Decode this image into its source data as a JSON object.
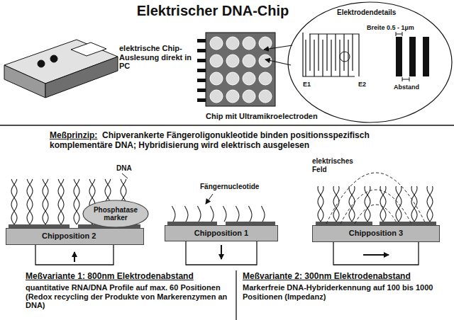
{
  "diagram": {
    "title": "Elektrischer DNA-Chip",
    "nodes": [
      {
        "text": [
          "Elektrodendetails",
          "Breite 0.5 - 1µm",
          "E1",
          "E2",
          "Abstand"
        ]
      },
      {
        "text": [
          "Chipposition 2"
        ]
      },
      {
        "text": [
          "Phosphatase marker"
        ]
      },
      {
        "text": [
          "Chipposition 1"
        ]
      },
      {
        "text": [
          "Chipposition 3"
        ]
      }
    ],
    "labels": [
      "elektrische Chip-Auslesung direkt in PC",
      "Chip mit Ultramikroelectroden",
      "Meßprinzip:",
      "Chipverankerte Fängeroligonukleotide binden positionsspezifisch komplementäre DNA; Hybridisierung wird elektrisch ausgelesen",
      "DNA",
      "Fängernucleotide",
      "elektrisches Feld",
      "Meßvariante 1: 800nm Elektrodenabstand",
      "quantitative RNA/DNA Profile auf max. 60 Positionen (Redox recycling der Produkte von Markerenzymen an DNA)",
      "Meßvariante 2: 300nm Elektrodenabstand",
      "Markerfreie DNA-Hybriderkennung auf 100 bis 1000 Positionen (Impedanz)"
    ]
  }
}
